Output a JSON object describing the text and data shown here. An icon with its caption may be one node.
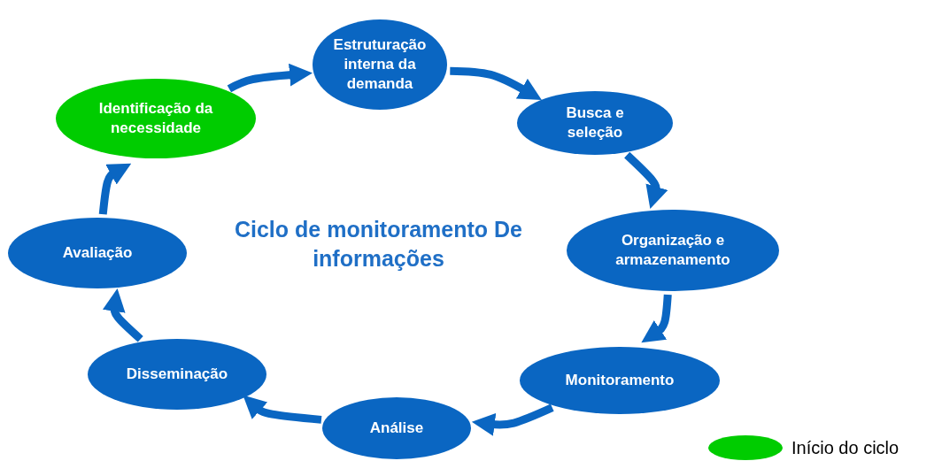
{
  "diagram": {
    "nodes": [
      {
        "text": [
          "Identificação da necessidade"
        ]
      },
      {
        "text": [
          "Estruturação interna da demanda"
        ]
      },
      {
        "text": [
          "Busca e seleção"
        ]
      },
      {
        "text": [
          "Organização e armazenamento"
        ]
      },
      {
        "text": [
          "Monitoramento"
        ]
      },
      {
        "text": [
          "Análise"
        ]
      },
      {
        "text": [
          "Disseminação"
        ]
      },
      {
        "text": [
          "Avaliação"
        ]
      }
    ],
    "edges": [
      {
        "from": 0,
        "to": 1,
        "arrow": "to"
      },
      {
        "from": 1,
        "to": 2,
        "arrow": "to"
      },
      {
        "from": 2,
        "to": 3,
        "arrow": "to"
      },
      {
        "from": 3,
        "to": 4,
        "arrow": "to"
      },
      {
        "from": 4,
        "to": 5,
        "arrow": "to"
      },
      {
        "from": 5,
        "to": 6,
        "arrow": "to"
      },
      {
        "from": 6,
        "to": 7,
        "arrow": "to"
      },
      {
        "from": 7,
        "to": 0,
        "arrow": "to"
      }
    ],
    "title": "Ciclo de monitoramento De informações",
    "legend": [
      {
        "text": "Início do ciclo",
        "color": "#00cc00"
      }
    ]
  }
}
